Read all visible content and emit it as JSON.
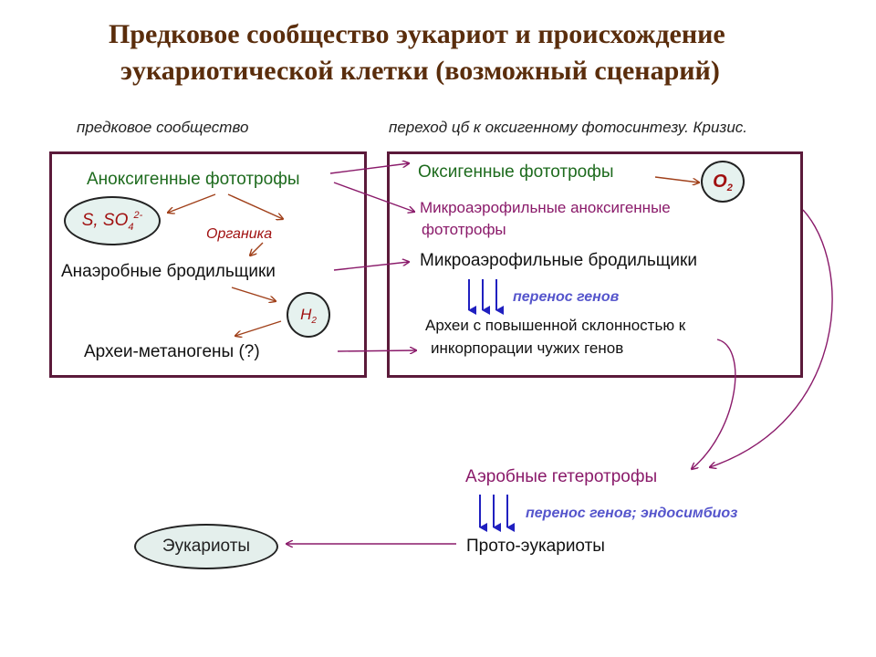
{
  "title": {
    "line1": "Предковое сообщество эукариот и происхождение",
    "line2": "эукариотической клетки  (возможный сценарий)"
  },
  "captions": {
    "left": "предковое сообщество",
    "right": "переход цб к оксигенному фотосинтезу. Кризис."
  },
  "left_box": {
    "anoxygenic": "Аноксигенные фототрофы",
    "sulfur_label": "S, SO",
    "sulfur_sub": "4",
    "sulfur_sup": "2-",
    "organics": "Органика",
    "anaerobic": "Анаэробные бродильщики",
    "h2_label": "H",
    "h2_sub": "2",
    "methanogens": "Археи-метаногены (?)"
  },
  "right_box": {
    "oxygenic": "Оксигенные фототрофы",
    "o2_label": "O",
    "o2_sub": "2",
    "microaero_photo_line1": "Микроаэрофильные аноксигенные",
    "microaero_photo_line2": "фототрофы",
    "microaero_ferment": "Микроаэрофильные бродильщики",
    "gene_transfer": "перенос генов",
    "archaea_line1": "Археи с повышенной склонностью к",
    "archaea_line2": "инкорпорации чужих генов"
  },
  "bottom": {
    "aerobic": "Аэробные гетеротрофы",
    "gene_transfer_endo": "перенос генов; эндосимбиоз",
    "proto": "Прото-эукариоты",
    "eukaryotes": "Эукариоты"
  },
  "colors": {
    "title": "#5a2d0c",
    "box_border": "#5b1a3a",
    "green_text": "#1e6b1e",
    "purple_text": "#8a1a6a",
    "red_label": "#a01010",
    "blue_label": "#5555cc",
    "arrow_brown": "#a0401a",
    "arrow_purple": "#8a1a6a",
    "arrow_blue": "#2020c0",
    "ellipse_fill": "#e6f2ef"
  }
}
